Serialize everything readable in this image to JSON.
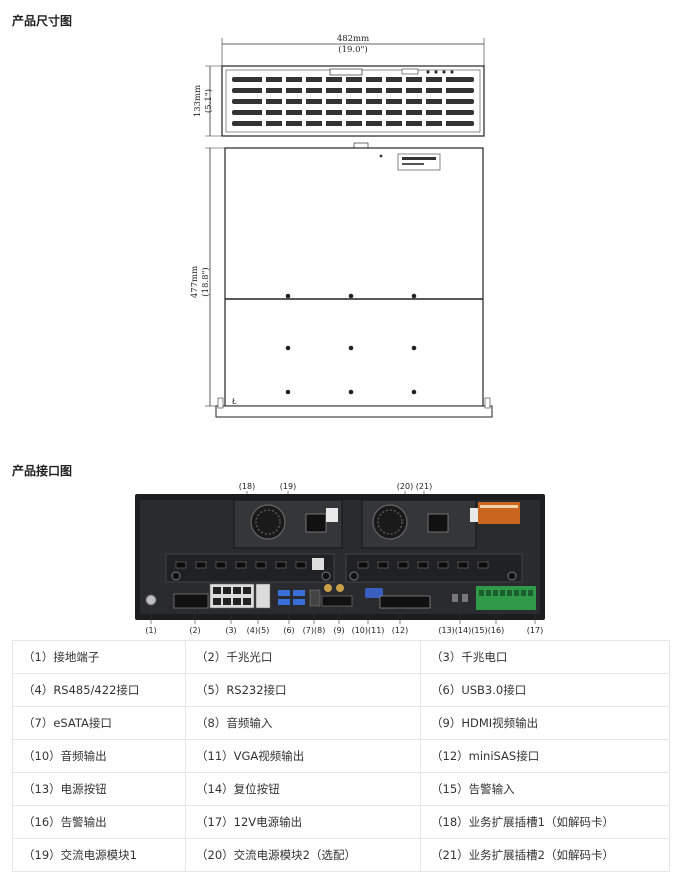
{
  "sections": {
    "dimensions_title": "产品尺寸图",
    "interface_title": "产品接口图"
  },
  "dimensions": {
    "width_mm": "482mm",
    "width_in": "(19.0\")",
    "height_mm": "133mm",
    "height_in": "(5.1\")",
    "depth_mm": "477mm",
    "depth_in": "(18.8\")"
  },
  "callouts": [
    "(1)",
    "(2)",
    "(3)",
    "(4)(5)",
    "(6)",
    "(7)(8)",
    "(9)",
    "(10)(11)",
    "(12)",
    "(13)(14)(15)",
    "(16)",
    "(17)",
    "(18)",
    "(19)",
    "(20)",
    "(21)"
  ],
  "legend_rows": [
    [
      "（1）接地端子",
      "（2）千兆光口",
      "（3）千兆电口"
    ],
    [
      "（4）RS485/422接口",
      "（5）RS232接口",
      "（6）USB3.0接口"
    ],
    [
      "（7）eSATA接口",
      "（8）音频输入",
      "（9）HDMI视频输出"
    ],
    [
      "（10）音频输出",
      "（11）VGA视频输出",
      "（12）miniSAS接口"
    ],
    [
      "（13）电源按钮",
      "（14）复位按钮",
      "（15）告警输入"
    ],
    [
      "（16）告警输出",
      "（17）12V电源输出",
      "（18）业务扩展插槽1（如解码卡）"
    ],
    [
      "（19）交流电源模块1",
      "（20）交流电源模块2（选配）",
      "（21）业务扩展插槽2（如解码卡）"
    ]
  ]
}
